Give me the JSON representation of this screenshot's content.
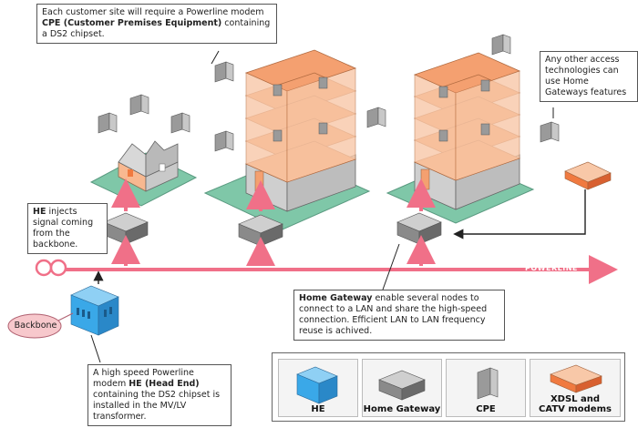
{
  "callouts": {
    "cpe_note": {
      "prefix": "Each customer site will require a Powerline modem ",
      "bold": "CPE (Customer Premises Equipment)",
      "suffix": " containing a DS2 chipset."
    },
    "access_note": "Any other access technologies can use Home Gateways features",
    "he_inject": {
      "bold": "HE",
      "suffix": " injects signal coming from the backbone."
    },
    "gateway_note": {
      "bold": "Home Gateway",
      "suffix": " enable several nodes to connect to a LAN and share the high-speed connection. Efficient LAN to LAN frequency reuse is achived."
    },
    "he_note": {
      "prefix": "A high speed Powerline modem ",
      "bold": "HE (Head End)",
      "suffix": " containing the DS2 chipset is installed in the MV/LV transformer."
    },
    "backbone_label": "Backbone",
    "powerline_label": "POWERLINE"
  },
  "legend": [
    {
      "label": "HE",
      "icon": "head-end-icon"
    },
    {
      "label": "Home Gateway",
      "icon": "home-gateway-icon"
    },
    {
      "label": "CPE",
      "icon": "cpe-icon"
    },
    {
      "label": "XDSL and CATV modems",
      "icon": "xdsl-modem-icon"
    }
  ],
  "colors": {
    "powerline": "#f07088",
    "floor": "#f4a070",
    "ground": "#7fc7a8",
    "he": "#3aa8e8",
    "backbone": "#f7c8cc"
  }
}
